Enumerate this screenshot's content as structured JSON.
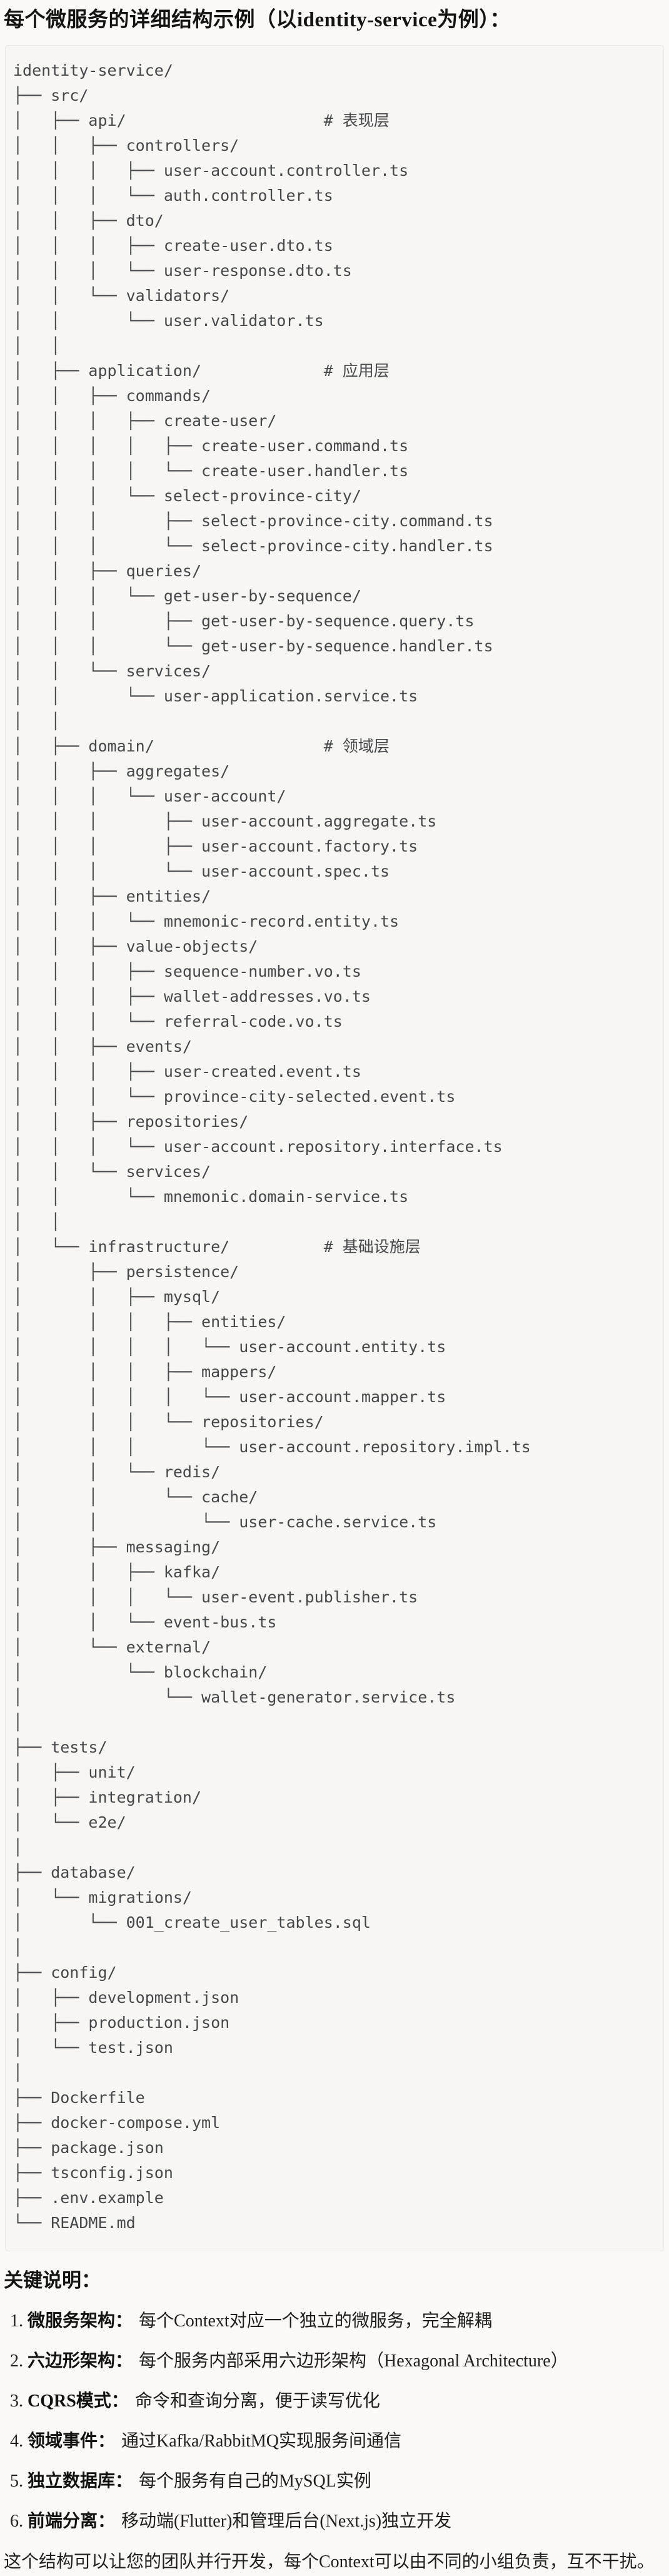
{
  "title": "每个微服务的详细结构示例（以identity-service为例）：",
  "tree": {
    "text": "identity-service/\n├── src/\n│   ├── api/                     # 表现层\n│   │   ├── controllers/\n│   │   │   ├── user-account.controller.ts\n│   │   │   └── auth.controller.ts\n│   │   ├── dto/\n│   │   │   ├── create-user.dto.ts\n│   │   │   └── user-response.dto.ts\n│   │   └── validators/\n│   │       └── user.validator.ts\n│   │\n│   ├── application/             # 应用层\n│   │   ├── commands/\n│   │   │   ├── create-user/\n│   │   │   │   ├── create-user.command.ts\n│   │   │   │   └── create-user.handler.ts\n│   │   │   └── select-province-city/\n│   │   │       ├── select-province-city.command.ts\n│   │   │       └── select-province-city.handler.ts\n│   │   ├── queries/\n│   │   │   └── get-user-by-sequence/\n│   │   │       ├── get-user-by-sequence.query.ts\n│   │   │       └── get-user-by-sequence.handler.ts\n│   │   └── services/\n│   │       └── user-application.service.ts\n│   │\n│   ├── domain/                  # 领域层\n│   │   ├── aggregates/\n│   │   │   └── user-account/\n│   │   │       ├── user-account.aggregate.ts\n│   │   │       ├── user-account.factory.ts\n│   │   │       └── user-account.spec.ts\n│   │   ├── entities/\n│   │   │   └── mnemonic-record.entity.ts\n│   │   ├── value-objects/\n│   │   │   ├── sequence-number.vo.ts\n│   │   │   ├── wallet-addresses.vo.ts\n│   │   │   └── referral-code.vo.ts\n│   │   ├── events/\n│   │   │   ├── user-created.event.ts\n│   │   │   └── province-city-selected.event.ts\n│   │   ├── repositories/\n│   │   │   └── user-account.repository.interface.ts\n│   │   └── services/\n│   │       └── mnemonic.domain-service.ts\n│   │\n│   └── infrastructure/          # 基础设施层\n│       ├── persistence/\n│       │   ├── mysql/\n│       │   │   ├── entities/\n│       │   │   │   └── user-account.entity.ts\n│       │   │   ├── mappers/\n│       │   │   │   └── user-account.mapper.ts\n│       │   │   └── repositories/\n│       │   │       └── user-account.repository.impl.ts\n│       │   └── redis/\n│       │       └── cache/\n│       │           └── user-cache.service.ts\n│       ├── messaging/\n│       │   ├── kafka/\n│       │   │   └── user-event.publisher.ts\n│       │   └── event-bus.ts\n│       └── external/\n│           └── blockchain/\n│               └── wallet-generator.service.ts\n│\n├── tests/\n│   ├── unit/\n│   ├── integration/\n│   └── e2e/\n│\n├── database/\n│   └── migrations/\n│       └── 001_create_user_tables.sql\n│\n├── config/\n│   ├── development.json\n│   ├── production.json\n│   └── test.json\n│\n├── Dockerfile\n├── docker-compose.yml\n├── package.json\n├── tsconfig.json\n├── .env.example\n└── README.md"
  },
  "notes": {
    "heading": "关键说明：",
    "colon": "：",
    "items": [
      {
        "num": "1.",
        "term": "微服务架构",
        "desc": "每个Context对应一个独立的微服务，完全解耦"
      },
      {
        "num": "2.",
        "term": "六边形架构",
        "desc": "每个服务内部采用六边形架构（Hexagonal Architecture）"
      },
      {
        "num": "3.",
        "term": "CQRS模式",
        "desc": "命令和查询分离，便于读写优化"
      },
      {
        "num": "4.",
        "term": "领域事件",
        "desc": "通过Kafka/RabbitMQ实现服务间通信"
      },
      {
        "num": "5.",
        "term": "独立数据库",
        "desc": "每个服务有自己的MySQL实例"
      },
      {
        "num": "6.",
        "term": "前端分离",
        "desc": "移动端(Flutter)和管理后台(Next.js)独立开发"
      }
    ]
  },
  "closing": "这个结构可以让您的团队并行开发，每个Context可以由不同的小组负责，互不干扰。"
}
